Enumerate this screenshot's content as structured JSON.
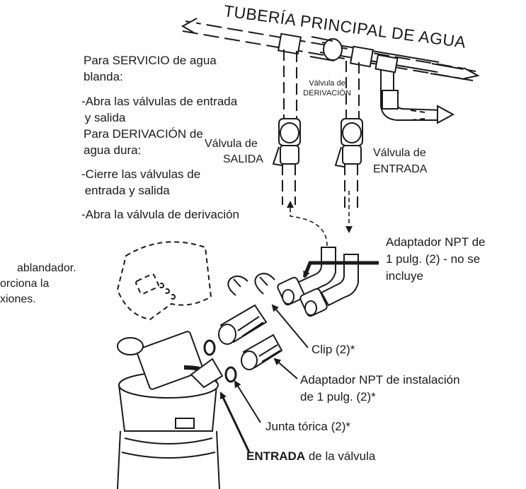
{
  "main_title": "TUBERÍA PRINCIPAL DE AGUA",
  "instructions": {
    "service_heading_1": "Para SERVICIO de agua",
    "service_heading_2": "blanda:",
    "service_step_1": "-Abra las válvulas de entrada",
    "service_step_2": " y salida",
    "bypass_heading_1": "Para DERIVACIÓN de",
    "bypass_heading_2": "agua dura:",
    "bypass_step_1": "-Cierre las válvulas de",
    "bypass_step_2": " entrada y salida",
    "bypass_step_3": "-Abra la válvula de derivación"
  },
  "partial_text": {
    "line_1": "ablandador.",
    "line_2": "orciona la",
    "line_3": "xiones."
  },
  "labels": {
    "bypass_valve_1": "Válvula de",
    "bypass_valve_2": "DERIVACIÓN",
    "outlet_valve_1": "Válvula de",
    "outlet_valve_2": "SALIDA",
    "inlet_valve_1": "Válvula de",
    "inlet_valve_2": "ENTRADA",
    "npt_adapter_1": "Adaptador NPT de",
    "npt_adapter_2": "1 pulg. (2) - no se",
    "npt_adapter_3": "incluye",
    "clip": "Clip (2)*",
    "install_adapter_1": "Adaptador NPT de instalación",
    "install_adapter_2": "de 1 pulg. (2)*",
    "o_ring": "Junta tórica (2)*",
    "valve_inlet_bold": "ENTRADA",
    "valve_inlet_rest": " de la válvula"
  }
}
